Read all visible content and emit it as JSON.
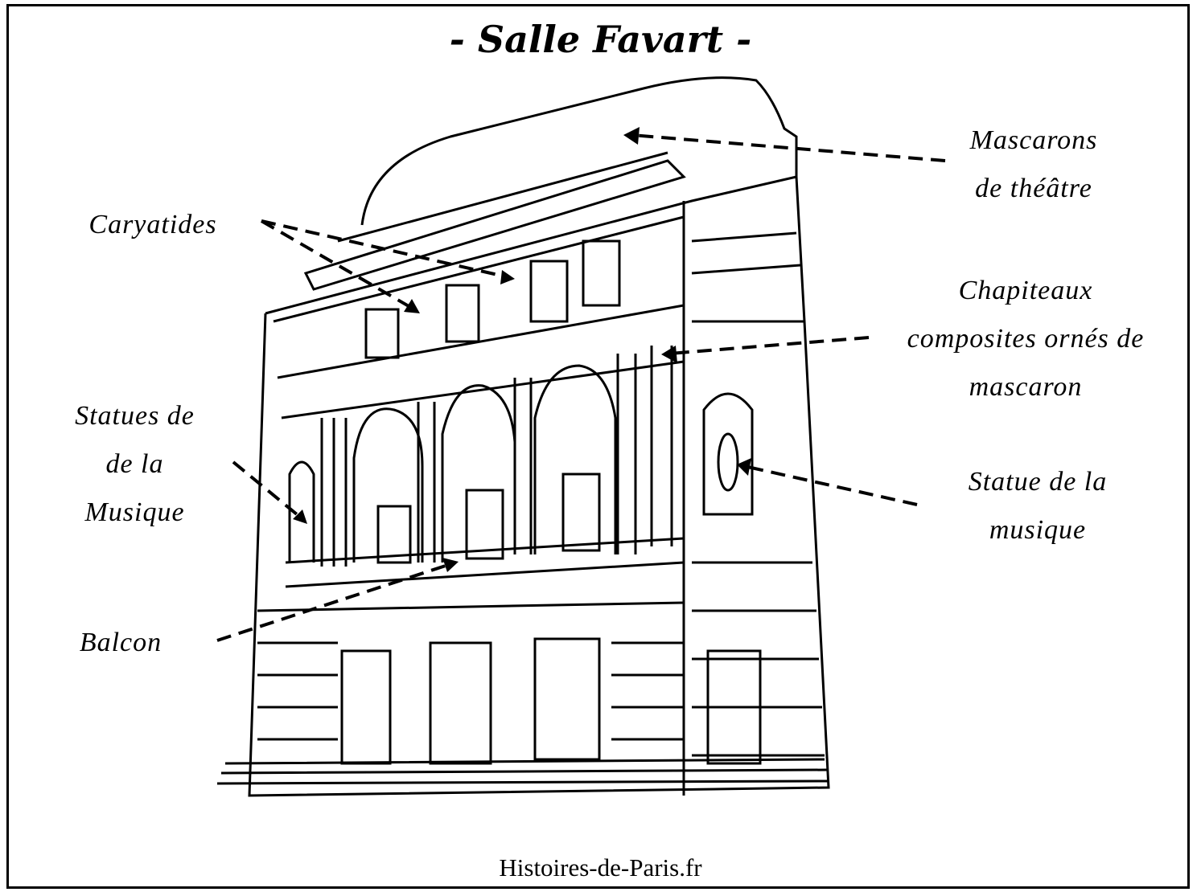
{
  "title": "- Salle Favart -",
  "labels": {
    "mascarons": [
      "Mascarons",
      "de théâtre"
    ],
    "caryatides": [
      "Caryatides"
    ],
    "chapiteaux": [
      "Chapiteaux",
      "composites ornés de",
      "mascaron"
    ],
    "statues_musique": [
      "Statues de",
      "de la",
      "Musique"
    ],
    "statue_musique": [
      "Statue de la",
      "musique"
    ],
    "balcon": [
      "Balcon"
    ]
  },
  "footer": "Histoires-de-Paris.fr"
}
